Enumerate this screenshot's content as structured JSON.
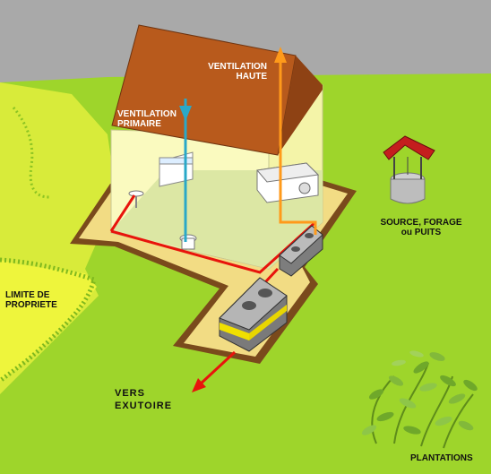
{
  "labels": {
    "vent_haute_1": "VENTILATION",
    "vent_haute_2": "HAUTE",
    "vent_primaire_1": "VENTILATION",
    "vent_primaire_2": "PRIMAIRE",
    "source_1": "SOURCE, FORAGE",
    "source_2": "ou PUITS",
    "limite_1": "LIMITE DE",
    "limite_2": "PROPRIETE",
    "vers_1": "VERS",
    "vers_2": "EXUTOIRE",
    "plantations": "PLANTATIONS"
  },
  "colors": {
    "sky": "#a9a9a9",
    "lawn": "#9ed52b",
    "property_zone": "#e0ef3a",
    "trench_fill": "#f2dc84",
    "roof": "#b85a1c",
    "house_wall": "#fafabf",
    "pipe_red": "#e8140c",
    "vent_primary": "#2aa8c8",
    "vent_high": "#ff9a1a",
    "well_roof": "#c41e1e"
  }
}
